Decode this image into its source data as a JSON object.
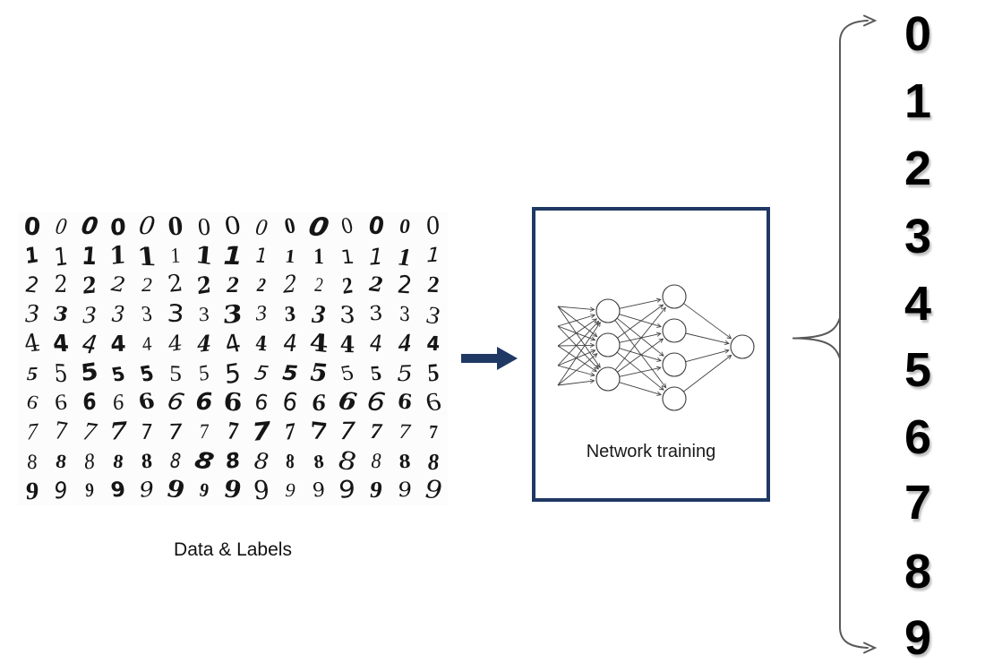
{
  "left_panel": {
    "caption": "Data & Labels",
    "digit_rows": [
      "0",
      "1",
      "2",
      "3",
      "4",
      "5",
      "6",
      "7",
      "8",
      "9"
    ],
    "samples_per_row": 15
  },
  "flow_arrow": {
    "direction": "right",
    "color": "#1F3864"
  },
  "network_box": {
    "label": "Network training",
    "border_color": "#1F3864",
    "layers": [
      5,
      3,
      4,
      1
    ],
    "line_color": "#404040"
  },
  "output_bracket": {
    "color": "#595959"
  },
  "output_list": {
    "digits": [
      "0",
      "1",
      "2",
      "3",
      "4",
      "5",
      "6",
      "7",
      "8",
      "9"
    ]
  }
}
